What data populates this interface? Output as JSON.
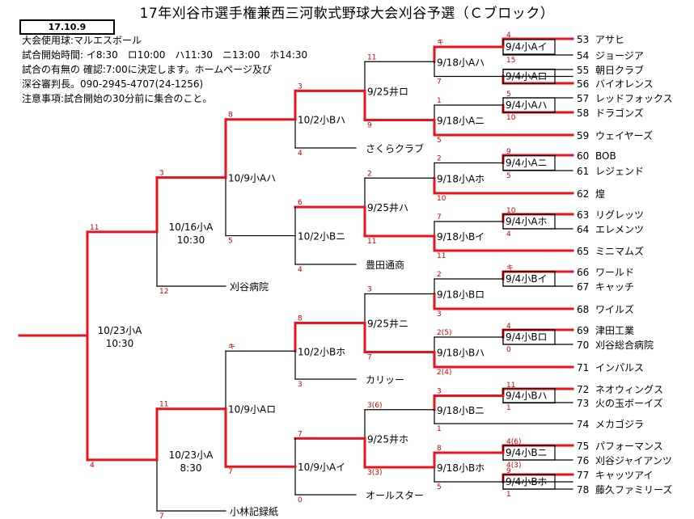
{
  "header": {
    "title": "17年刈谷市選手権兼西三河軟式野球大会刈谷予選（Ｃブロック）",
    "date": "17.10.9",
    "info": [
      "大会使用球:マルエスボール",
      "試合開始時間: イ8:30　ロ10:00　ハ11:30　ニ13:00　ホ14:30",
      "試合の有無の 確認:7:00に決定します。ホームページ及び",
      "深谷審判長。090-2945-4707(24-1256)",
      "注意事項:試合開始の30分前に集合のこと。"
    ]
  },
  "teams": [
    {
      "num": "53",
      "name": "アサヒ"
    },
    {
      "num": "54",
      "name": "ジョージア"
    },
    {
      "num": "55",
      "name": "朝日クラブ"
    },
    {
      "num": "56",
      "name": "バイオレンス"
    },
    {
      "num": "57",
      "name": "レッドフォックス"
    },
    {
      "num": "58",
      "name": "ドラゴンズ"
    },
    {
      "num": "59",
      "name": "ウェイヤーズ"
    },
    {
      "num": "60",
      "name": "BOB"
    },
    {
      "num": "61",
      "name": "レジェンド"
    },
    {
      "num": "62",
      "name": "煌"
    },
    {
      "num": "63",
      "name": "リグレッツ"
    },
    {
      "num": "64",
      "name": "エレメンツ"
    },
    {
      "num": "65",
      "name": "ミニマムズ"
    },
    {
      "num": "66",
      "name": "ワールド"
    },
    {
      "num": "67",
      "name": "キャッチ"
    },
    {
      "num": "68",
      "name": "ワイルズ"
    },
    {
      "num": "69",
      "name": "津田工業"
    },
    {
      "num": "70",
      "name": "刈谷総合病院"
    },
    {
      "num": "71",
      "name": "インパルス"
    },
    {
      "num": "72",
      "name": "ネオウィングス"
    },
    {
      "num": "73",
      "name": "火の玉ボーイズ"
    },
    {
      "num": "74",
      "name": "メカゴジラ"
    },
    {
      "num": "75",
      "name": "パフォーマンス"
    },
    {
      "num": "76",
      "name": "刈谷ジャイアンツ"
    },
    {
      "num": "77",
      "name": "キャッツアイ"
    },
    {
      "num": "78",
      "name": "藤久ファミリーズ"
    }
  ],
  "seeds": [
    {
      "name": "さくらクラブ"
    },
    {
      "name": "豊田通商"
    },
    {
      "name": "刈谷病院"
    },
    {
      "name": "カリッー"
    },
    {
      "name": "オールスター"
    },
    {
      "name": "小林記録紙"
    }
  ],
  "matches": {
    "r1": [
      "9/4小Aイ",
      "9/4小Aロ",
      "9/4小Aハ",
      "9/4小Aニ",
      "9/4小Aホ",
      "9/4小Bイ",
      "9/4小Bロ",
      "9/4小Bハ",
      "9/4小Bニ",
      "9/4小Bホ"
    ],
    "r2": [
      "9/18小Aハ",
      "9/18小Aニ",
      "9/18小Aホ",
      "9/18小Bイ",
      "9/18小Bロ",
      "9/18小Bハ",
      "9/18小Bニ",
      "9/18小Bホ"
    ],
    "r3": [
      "9/25井ロ",
      "9/25井ハ",
      "9/25井ニ",
      "9/25井ホ"
    ],
    "r4": [
      "10/2小Bハ",
      "10/2小Bニ",
      "10/2小Bホ",
      "10/9小Aイ"
    ],
    "r5": [
      "10/9小Aハ",
      "10/9小Aロ"
    ],
    "r6": [
      {
        "line1": "10/16小A",
        "line2": "10:30"
      },
      {
        "line1": "10/23小A",
        "line2": "8:30"
      }
    ],
    "final": {
      "line1": "10/23小A",
      "line2": "10:30"
    }
  },
  "scores": {
    "r1": [
      [
        "4",
        "15"
      ],
      [
        "",
        ""
      ],
      [
        "5",
        "10"
      ],
      [
        "9",
        "5"
      ],
      [
        "10",
        "4"
      ],
      [
        "キ",
        ""
      ],
      [
        "4",
        "0"
      ],
      [
        "11",
        "1"
      ],
      [
        "4(6)",
        "4(3)"
      ],
      [
        "9",
        "1"
      ]
    ],
    "r2": [
      [
        "キ",
        "7"
      ],
      [
        "1",
        "5"
      ],
      [
        "2",
        "10"
      ],
      [
        "7",
        "11"
      ],
      [
        "2",
        "3"
      ],
      [
        "2(5)",
        "2(4)"
      ],
      [
        "3",
        "1"
      ],
      [
        "8",
        "5"
      ]
    ],
    "r3": [
      [
        "11",
        "9"
      ],
      [
        "2",
        "11"
      ],
      [
        "3",
        "7"
      ],
      [
        "3(6)",
        "3(3)"
      ]
    ],
    "r4": [
      [
        "3",
        "4"
      ],
      [
        "6",
        "4"
      ],
      [
        "8",
        "3"
      ],
      [
        "7",
        "0"
      ]
    ],
    "r5": [
      [
        "8",
        "5"
      ],
      [
        "キ",
        "7"
      ]
    ],
    "r6": [
      [
        "3",
        "12"
      ],
      [
        "11",
        "7"
      ]
    ],
    "final": [
      "11",
      "4"
    ]
  }
}
